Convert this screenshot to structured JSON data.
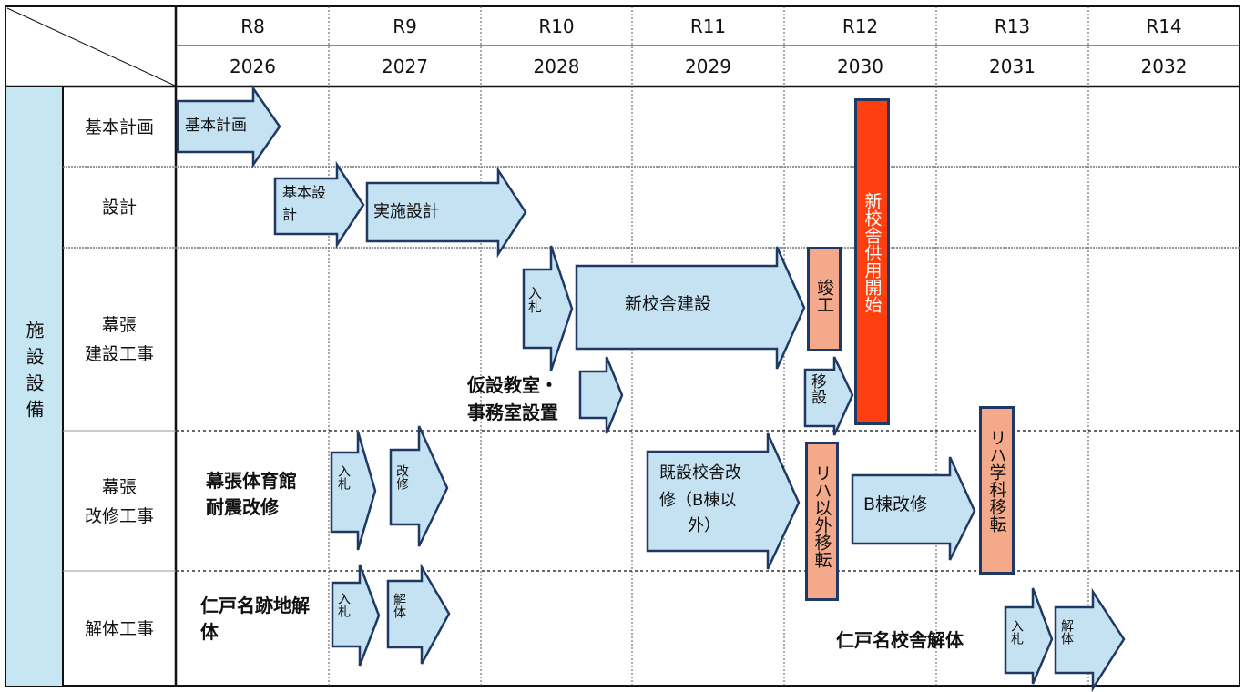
{
  "header": {
    "eras": [
      "R8",
      "R9",
      "R10",
      "R11",
      "R12",
      "R13",
      "R14"
    ],
    "years": [
      "2026",
      "2027",
      "2028",
      "2029",
      "2030",
      "2031",
      "2032"
    ]
  },
  "category": "施設設備",
  "rows": {
    "kihon": "基本計画",
    "sekkei": "設計",
    "kensetsu_1": "幕張",
    "kensetsu_2": "建設工事",
    "kaishu_1": "幕張",
    "kaishu_2": "改修工事",
    "kaitai": "解体工事"
  },
  "arrows": {
    "kihon_keikaku": "基本計画",
    "kihon_sekkei_1": "基本設",
    "kihon_sekkei_2": "計",
    "jisshi_sekkei": "実施設計",
    "nyusatsu": "入札",
    "shin_kosha_kensetsu": "新校舎建設",
    "kaishu_nyusatsu": "入札",
    "kaishu": "改修",
    "kisetsu_kaishu_1": "既設校舎改",
    "kisetsu_kaishu_2": "修（B棟以",
    "kisetsu_kaishu_3": "外）",
    "b_tou_kaishu": "B棟改修",
    "kaitai_nyusatsu": "入札",
    "kaitai": "解体",
    "kaitai2_nyusatsu": "入札",
    "kaitai2": "解体"
  },
  "boxes": {
    "shunko": "竣工",
    "iten": "移設",
    "shin_kosha_kyoyo": "新校舎供用開始",
    "riha_igai_iten": "リハ以外移転",
    "riha_gakka_iten": "リハ学科移転"
  },
  "notes": {
    "kasetsu_1": "仮設教室・",
    "kasetsu_2": "事務室設置",
    "taiikukan_1": "幕張体育館",
    "taiikukan_2": "耐震改修",
    "atochi_1": "仁戸名跡地解",
    "atochi_2": "体",
    "kosha_kaitai": "仁戸名校舎解体"
  },
  "colors": {
    "arrow_fill": "#c5e2f3",
    "arrow_border": "#1f3864",
    "salmon": "#f4a98a",
    "orange_red": "#fe3f0f",
    "category_fill": "#c6e6f4"
  }
}
